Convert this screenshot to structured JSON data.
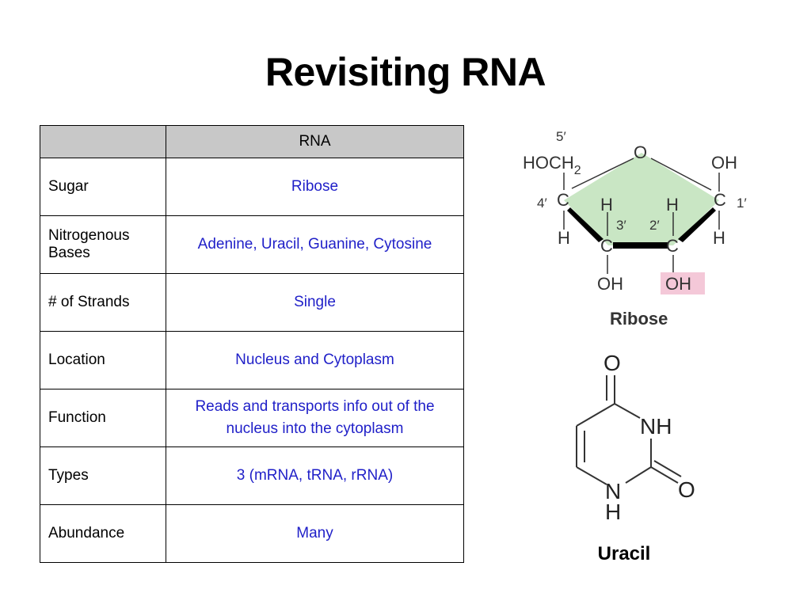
{
  "slide": {
    "title": "Revisiting RNA"
  },
  "table": {
    "header": {
      "corner": "",
      "column": "RNA"
    },
    "rows": [
      {
        "label": "Sugar",
        "value": "Ribose"
      },
      {
        "label": "Nitrogenous Bases",
        "value": "Adenine, Uracil, Guanine, Cytosine"
      },
      {
        "label": "# of Strands",
        "value": "Single"
      },
      {
        "label": "Location",
        "value": "Nucleus and Cytoplasm"
      },
      {
        "label": "Function",
        "value": "Reads and transports info out of the nucleus into the cytoplasm"
      },
      {
        "label": "Types",
        "value": "3 (mRNA, tRNA, rRNA)"
      },
      {
        "label": "Abundance",
        "value": "Many"
      }
    ],
    "value_color": "#1f1fc8",
    "header_color": "#c8c8c8"
  },
  "ribose": {
    "caption": "Ribose",
    "ring_oxygen": "O",
    "c5_group": "HOCH",
    "c5_subscript": "2",
    "c5_label": "5′",
    "c4_label": "4′",
    "c3_label": "3′",
    "c2_label": "2′",
    "c1_label": "1′",
    "carbon": "C",
    "hydrogen": "H",
    "hydroxyl": "OH",
    "ring_fill": "#c9e6c4",
    "highlight_fill": "#f4c8d8"
  },
  "uracil": {
    "caption": "Uracil",
    "top_oxygen": "O",
    "nh_right": "NH",
    "bottom_n": "N",
    "bottom_h": "H",
    "right_oxygen": "O"
  }
}
